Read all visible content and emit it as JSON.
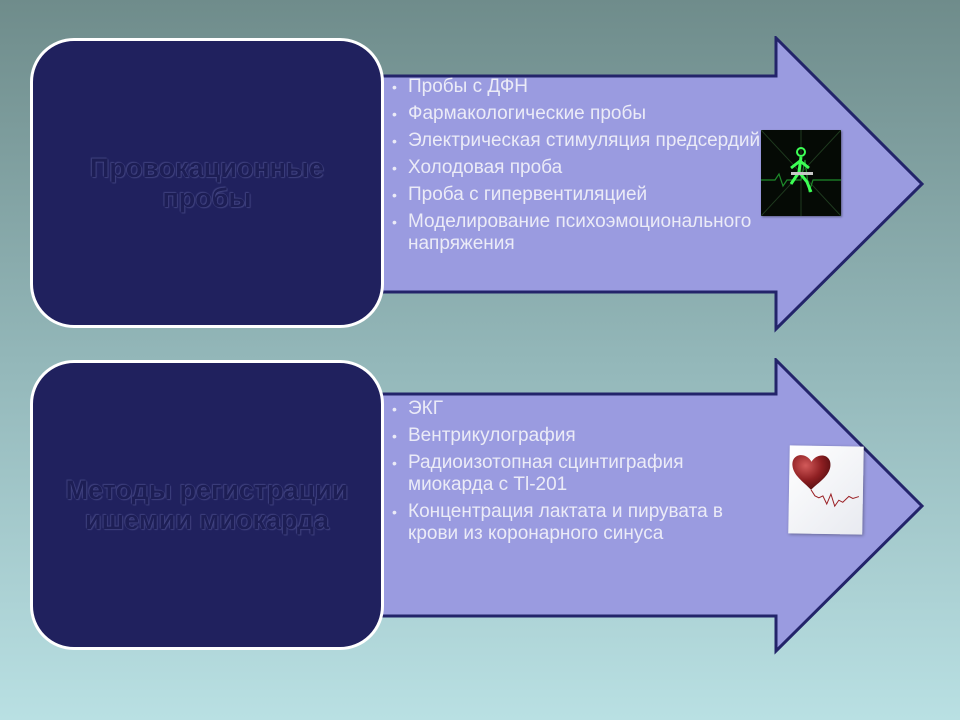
{
  "blocks": [
    {
      "title": "Провокационные пробы",
      "items": [
        "Пробы с ДФН",
        "Фармакологические пробы",
        "Электрическая стимуляция предсердий",
        "Холодовая проба",
        "Проба с гипервентиляцией",
        "Моделирование психоэмоционального напряжения"
      ],
      "image": "treadmill-ecg-icon"
    },
    {
      "title": "Методы регистрации ишемии миокарда",
      "items": [
        "ЭКГ",
        "Вентрикулография",
        "Радиоизотопная сцинтиграфия миокарда с Tl-201",
        "Концентрация лактата и пирувата в крови из коронарного синуса"
      ],
      "image": "heart-ecg-icon"
    }
  ],
  "colors": {
    "arrow_fill": "#9a9be0",
    "arrow_stroke": "#23246a",
    "box_fill": "#20215e",
    "box_border": "#ffffff"
  }
}
